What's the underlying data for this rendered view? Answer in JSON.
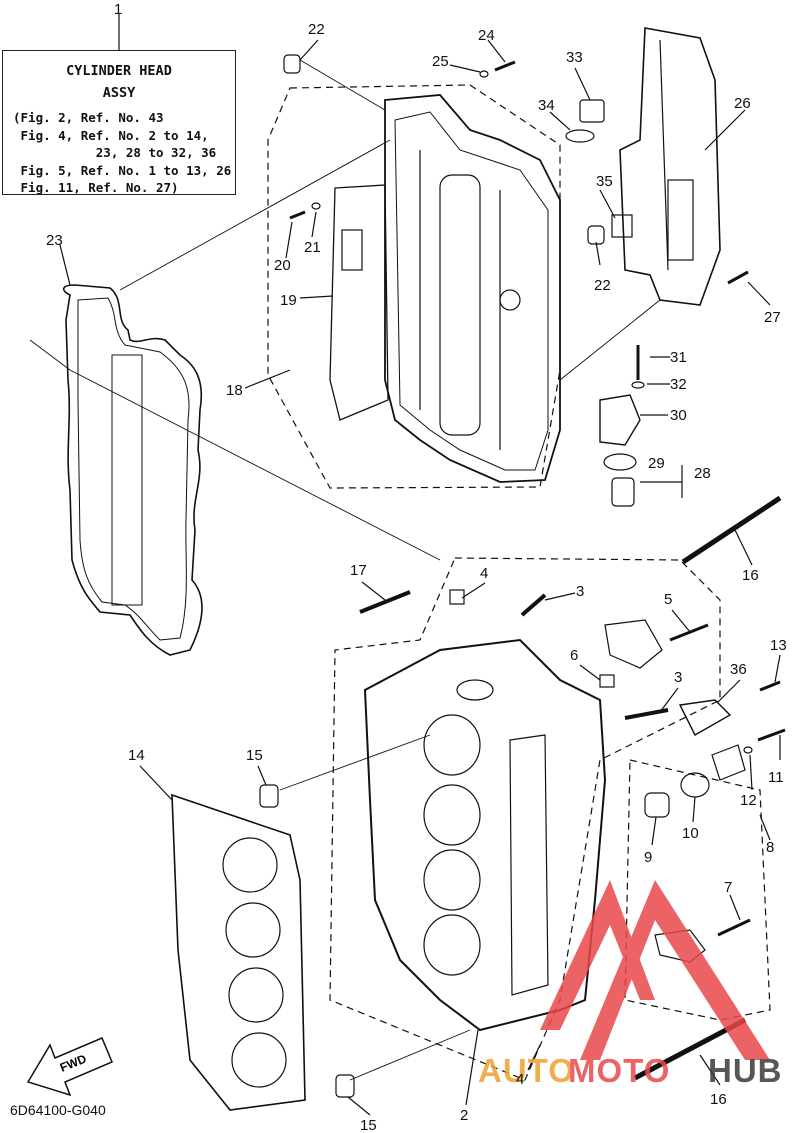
{
  "title_box": {
    "title": "CYLINDER HEAD",
    "subtitle": "ASSY",
    "refs": [
      "(Fig. 2, Ref. No. 43",
      " Fig. 4, Ref. No. 2 to 14,",
      "           23, 28 to 32, 36",
      " Fig. 5, Ref. No. 1 to 13, 26",
      " Fig. 11, Ref. No. 27)"
    ]
  },
  "diagram_code": "6D64100-G040",
  "fwd_label": "FWD",
  "watermark": {
    "part1": "AUTO",
    "part2": "MOTO",
    "part3": "HUB",
    "colors": {
      "red": "#e8484a",
      "orange": "#f0a030",
      "dark": "#3a3a3a"
    }
  },
  "callouts": [
    "1",
    "22",
    "24",
    "25",
    "33",
    "34",
    "26",
    "35",
    "22",
    "21",
    "20",
    "19",
    "23",
    "18",
    "27",
    "31",
    "32",
    "30",
    "29",
    "28",
    "4",
    "3",
    "17",
    "16",
    "5",
    "6",
    "3",
    "13",
    "36",
    "15",
    "14",
    "11",
    "12",
    "10",
    "9",
    "8",
    "7",
    "16",
    "4",
    "2",
    "15"
  ]
}
